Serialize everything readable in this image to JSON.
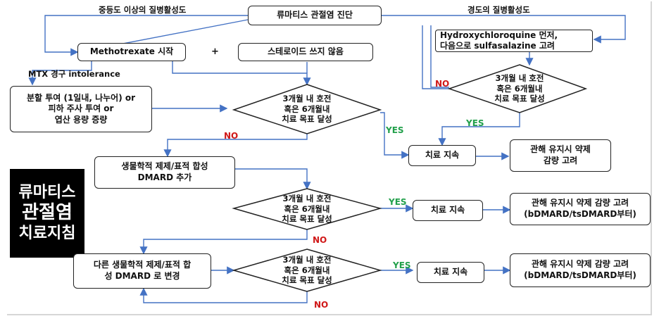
{
  "start": "류마티스 관절염 진단",
  "severity_high": "중등도 이상의 질병활성도",
  "severity_low": "경도의 질병활성도",
  "mtx": "Methotrexate 시작",
  "plus": "+",
  "no_steroid": "스테로이드 쓰지 않음",
  "hcq_line1": "Hydroxychloroquine 먼저,",
  "hcq_line2": "다음으로 sulfasalazine 고려",
  "mtx_intolerance": "MTX 경구 intolerance",
  "split_dose": "분할 투여 (1일내, 나누어) or\n피하 주사 투여 or\n엽산 용량 증량",
  "decision": "3개월 내 호전\n혹은 6개월내\n치료 목표 달성",
  "decision_small": "3개월 내 호전\n혹은 6개월내\n치료 목표 달성",
  "yes": "YES",
  "no": "NO",
  "continue_tx": "치료 지속",
  "taper1": "관해 유지시 약제\n감량 고려",
  "add_bio": "생물학적 제제/표적 합성\nDMARD 추가",
  "taper2": "관해 유지시 약제 감량 고려\n(bDMARD/tsDMARD부터)",
  "change_bio": "다른 생물학적 제제/표적 합\n성 DMARD 로 변경",
  "taper3": "관해 유지시 약제 감량 고려\n(bDMARD/tsDMARD부터)",
  "side_title": [
    "류마티스",
    "관절염",
    "치료지침"
  ],
  "colors": {
    "arrow": "#4472c4",
    "yes": "#22a04b",
    "no": "#d01818",
    "highlight": "#f0e020"
  }
}
